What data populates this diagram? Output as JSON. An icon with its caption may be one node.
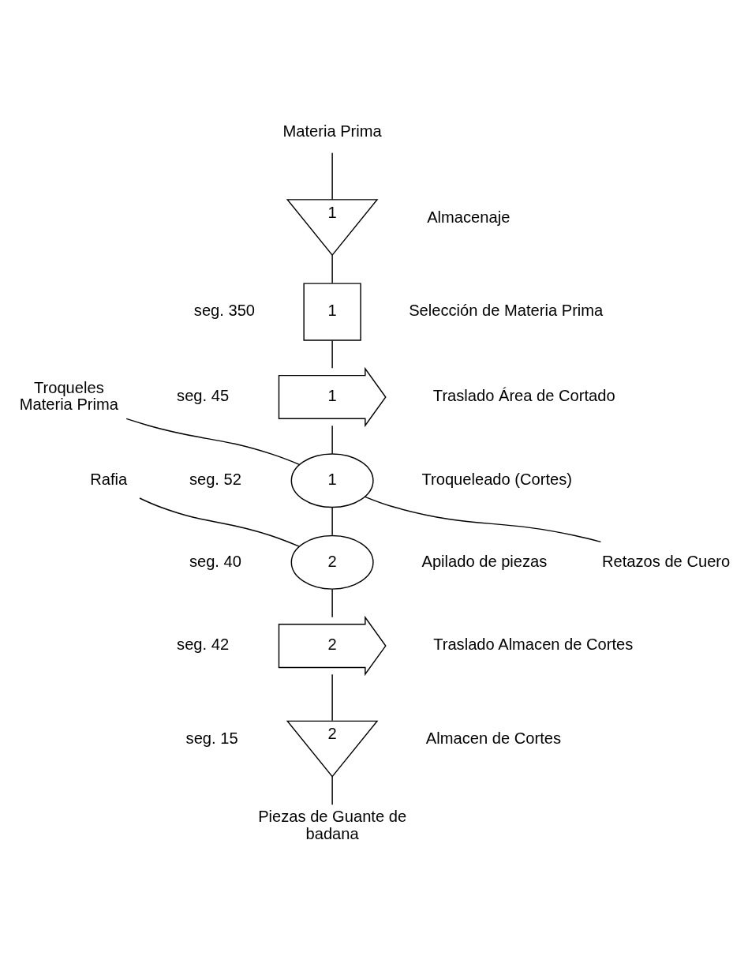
{
  "diagram": {
    "nodes": [
      {
        "text": [
          "Materia Prima"
        ]
      },
      {
        "text": [
          "1"
        ],
        "beside": [
          "Almacenaje"
        ]
      },
      {
        "text": [
          "1"
        ],
        "beside": [
          "seg. 350",
          "Selección de Materia Prima"
        ]
      },
      {
        "text": [
          "1"
        ],
        "beside": [
          "seg. 45",
          "Traslado Área de Cortado"
        ]
      },
      {
        "text": [
          "Troqueles Materia Prima"
        ]
      },
      {
        "text": [
          "1"
        ],
        "beside": [
          "seg. 52",
          "Troqueleado (Cortes)"
        ]
      },
      {
        "text": [
          "Retazos de Cuero"
        ]
      },
      {
        "text": [
          "Rafia"
        ]
      },
      {
        "text": [
          "2"
        ],
        "beside": [
          "seg. 40",
          "Apilado de piezas"
        ]
      },
      {
        "text": [
          "2"
        ],
        "beside": [
          "seg. 42",
          "Traslado Almacen de Cortes"
        ]
      },
      {
        "text": [
          "2"
        ],
        "beside": [
          "seg. 15",
          "Almacen de Cortes"
        ]
      },
      {
        "text": [
          "Piezas de Guante de badana"
        ]
      }
    ],
    "edges": [
      {
        "from": 0,
        "to": 1,
        "arrow": "none"
      },
      {
        "from": 1,
        "to": 2,
        "arrow": "none"
      },
      {
        "from": 2,
        "to": 3,
        "arrow": "none"
      },
      {
        "from": 3,
        "to": 5,
        "arrow": "none"
      },
      {
        "from": 4,
        "to": 5,
        "arrow": "none"
      },
      {
        "from": 5,
        "to": 6,
        "arrow": "none"
      },
      {
        "from": 5,
        "to": 8,
        "arrow": "none"
      },
      {
        "from": 7,
        "to": 8,
        "arrow": "none"
      },
      {
        "from": 8,
        "to": 9,
        "arrow": "none"
      },
      {
        "from": 9,
        "to": 10,
        "arrow": "none"
      },
      {
        "from": 10,
        "to": 11,
        "arrow": "none"
      }
    ]
  }
}
